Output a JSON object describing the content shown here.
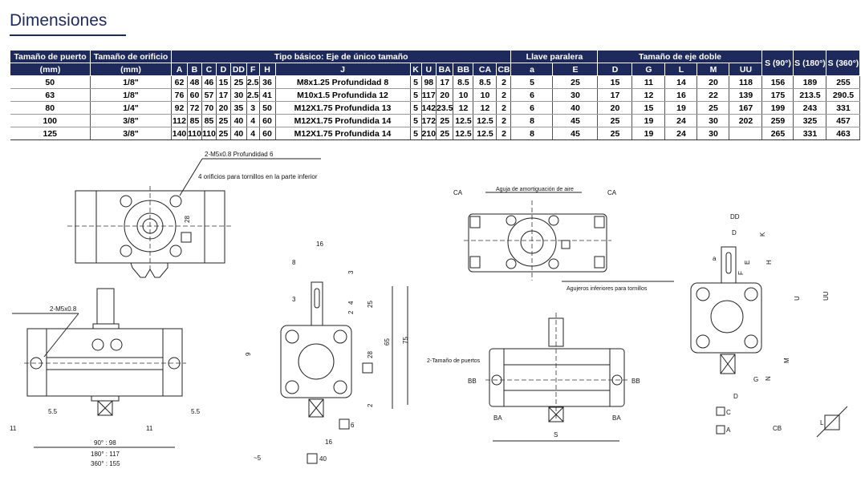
{
  "title": "Dimensiones",
  "table": {
    "h1": {
      "port": "Tamaño de puerto",
      "orifice": "Tamaño de orificio",
      "basic": "Tipo básico: Eje de único tamaño",
      "key": "Llave paralera",
      "double": "Tamaño de eje doble",
      "s90": "S (90°)",
      "s180": "S (180°)",
      "s360": "S (360°)"
    },
    "h2": [
      "(mm)",
      "(mm)",
      "A",
      "B",
      "C",
      "D",
      "DD",
      "F",
      "H",
      "J",
      "K",
      "U",
      "BA",
      "BB",
      "CA",
      "CB",
      "a",
      "E",
      "D",
      "G",
      "L",
      "M",
      "UU"
    ],
    "rows": [
      [
        "50",
        "1/8\"",
        "62",
        "48",
        "46",
        "15",
        "25",
        "2.5",
        "36",
        "M8x1.25 Profundidad 8",
        "5",
        "98",
        "17",
        "8.5",
        "8.5",
        "2",
        "5",
        "25",
        "15",
        "11",
        "14",
        "20",
        "118",
        "156",
        "189",
        "255"
      ],
      [
        "63",
        "1/8\"",
        "76",
        "60",
        "57",
        "17",
        "30",
        "2.5",
        "41",
        "M10x1.5 Profundida 12",
        "5",
        "117",
        "20",
        "10",
        "10",
        "2",
        "6",
        "30",
        "17",
        "12",
        "16",
        "22",
        "139",
        "175",
        "213.5",
        "290.5"
      ],
      [
        "80",
        "1/4\"",
        "92",
        "72",
        "70",
        "20",
        "35",
        "3",
        "50",
        "M12X1.75 Profundida 13",
        "5",
        "142",
        "23.5",
        "12",
        "12",
        "2",
        "6",
        "40",
        "20",
        "15",
        "19",
        "25",
        "167",
        "199",
        "243",
        "331"
      ],
      [
        "100",
        "3/8\"",
        "112",
        "85",
        "85",
        "25",
        "40",
        "4",
        "60",
        "M12X1.75 Profundida 14",
        "5",
        "172",
        "25",
        "12.5",
        "12.5",
        "2",
        "8",
        "45",
        "25",
        "19",
        "24",
        "30",
        "202",
        "259",
        "325",
        "457"
      ],
      [
        "125",
        "3/8\"",
        "140",
        "110",
        "110",
        "25",
        "40",
        "4",
        "60",
        "M12X1.75 Profundida 14",
        "5",
        "210",
        "25",
        "12.5",
        "12.5",
        "2",
        "8",
        "45",
        "25",
        "19",
        "24",
        "30",
        "",
        "265",
        "331",
        "463"
      ]
    ]
  },
  "drawings": {
    "top_left": {
      "note1": "2-M5x0.8 Profundidad 6",
      "note2": "4 orificios para tornillos en la parte inferior",
      "d28": "28"
    },
    "side_left": {
      "note": "2-M5x0.8",
      "d55a": "5.5",
      "d55b": "5.5",
      "d11a": "11",
      "d11b": "11",
      "s1": "90° : 98",
      "s2": "180° : 117",
      "s3": "360° : 155"
    },
    "front_mid": {
      "d16": "16",
      "d8": "8",
      "d3a": "3",
      "d3b": "3",
      "d25": "25",
      "d4": "4",
      "d2a": "2",
      "d65": "65",
      "d75": "75",
      "d9": "9",
      "d28": "28",
      "d2b": "2",
      "d6": "6",
      "d16b": "16",
      "d5": "~5",
      "d40": "40"
    },
    "top_right": {
      "ca1": "CA",
      "ca2": "CA",
      "needle": "Aguja de amortiguación de aire",
      "holes": "Agujeros inferiores para tornillos"
    },
    "side_right": {
      "ports": "2-Tamaño de puertos",
      "bb1": "BB",
      "bb2": "BB",
      "ba1": "BA",
      "ba2": "BA",
      "s": "S"
    },
    "front_right": {
      "dd": "DD",
      "d": "D",
      "k": "K",
      "a": "a",
      "e": "E",
      "h": "H",
      "f": "F",
      "u": "U",
      "uu": "UU",
      "m": "M",
      "n": "N",
      "g": "G",
      "d2": "D",
      "c": "C",
      "a2": "A",
      "cb": "CB",
      "l": "L"
    }
  }
}
